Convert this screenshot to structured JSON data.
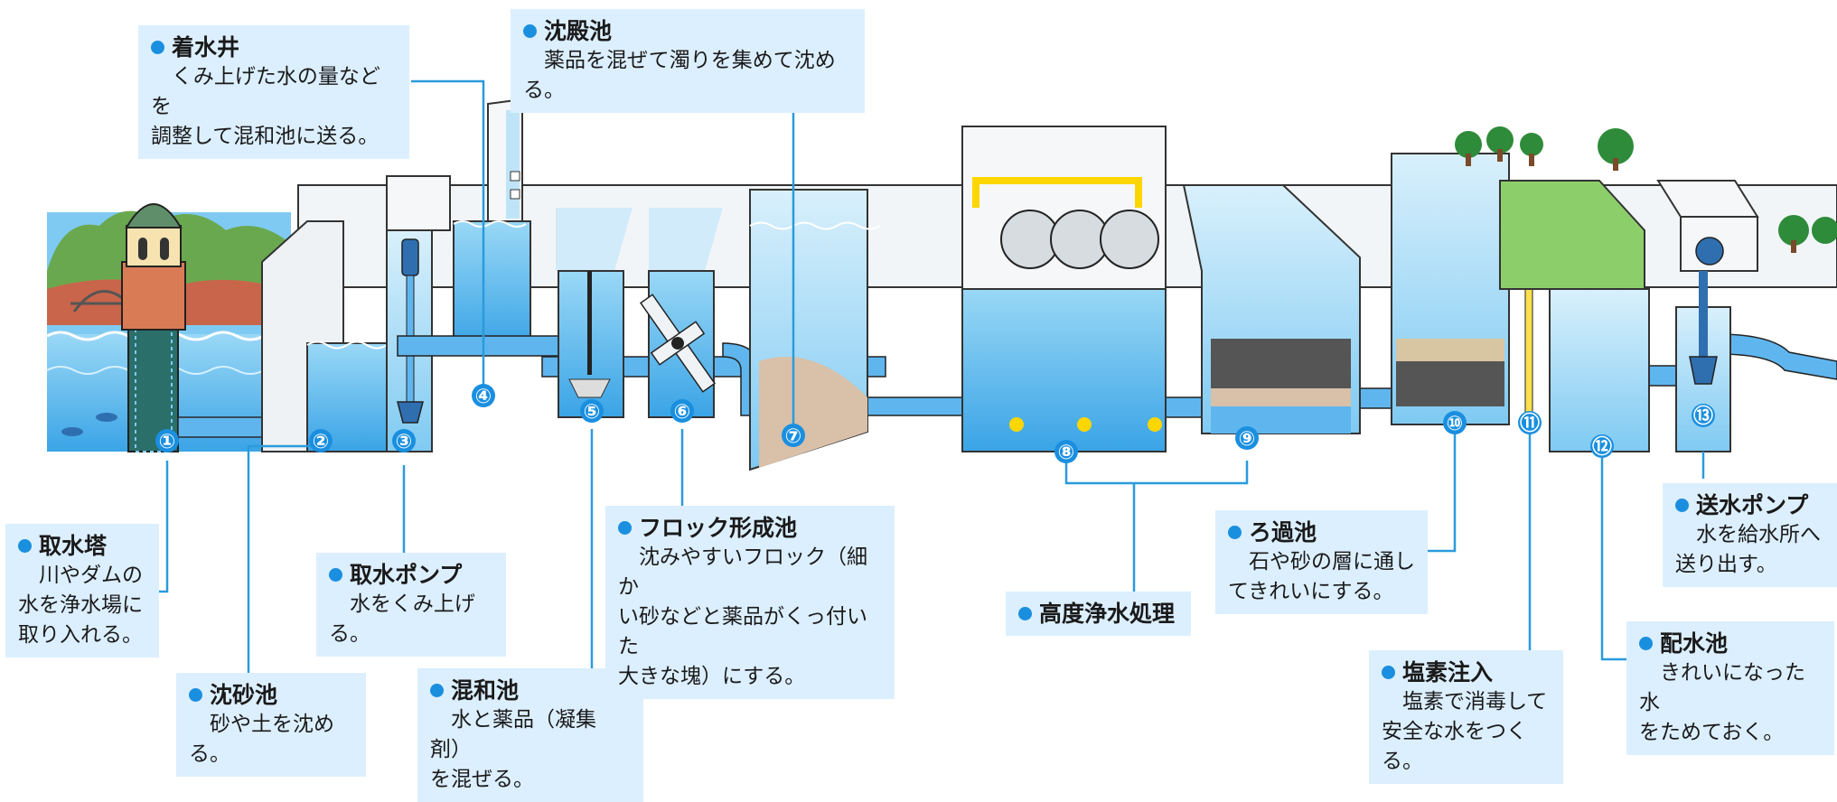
{
  "stage_numbers": [
    "①",
    "②",
    "③",
    "④",
    "⑤",
    "⑥",
    "⑦",
    "⑧",
    "⑨",
    "⑩",
    "⑪",
    "⑫",
    "⑬"
  ],
  "labels": {
    "intake_tower": {
      "title": "取水塔",
      "desc": "川やダムの\n水を浄水場に\n取り入れる。"
    },
    "grit_basin": {
      "title": "沈砂池",
      "desc": "砂や土を沈める。"
    },
    "intake_pump": {
      "title": "取水ポンプ",
      "desc": "水をくみ上げる。"
    },
    "receiving_well": {
      "title": "着水井",
      "desc": "くみ上げた水の量などを\n調整して混和池に送る。"
    },
    "mixing_basin": {
      "title": "混和池",
      "desc": "水と薬品（凝集剤）\nを混ぜる。"
    },
    "floc_basin": {
      "title": "フロック形成池",
      "desc": "沈みやすいフロック（細か\nい砂などと薬品がくっ付いた\n大きな塊）にする。"
    },
    "settling_basin": {
      "title": "沈殿池",
      "desc": "薬品を混ぜて濁りを集めて沈める。"
    },
    "advanced_treatment": {
      "title": "高度浄水処理",
      "desc": ""
    },
    "filter_basin": {
      "title": "ろ過池",
      "desc": "石や砂の層に通し\nてきれいにする。"
    },
    "chlorination": {
      "title": "塩素注入",
      "desc": "塩素で消毒して\n安全な水をつくる。"
    },
    "distribution_reservoir": {
      "title": "配水池",
      "desc": "きれいになった水\nをためておく。"
    },
    "transmission_pump": {
      "title": "送水ポンプ",
      "desc": "水を給水所へ\n送り出す。"
    }
  },
  "colors": {
    "accent": "#1a8fe0",
    "callout_bg": "#dcefff",
    "water": "#5fbff0",
    "water_dark": "#2f86d6",
    "pipe": "#3fa9ea",
    "wall": "#e9eef2",
    "chlorine_pipe": "#ffe14d"
  }
}
